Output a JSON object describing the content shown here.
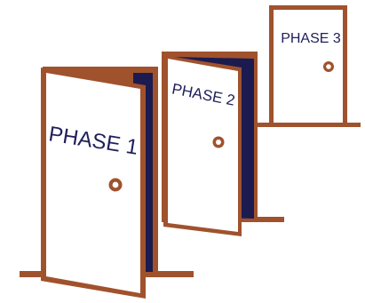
{
  "doors": [
    {
      "label": "PHASE 1"
    },
    {
      "label": "PHASE 2"
    },
    {
      "label": "PHASE 3"
    }
  ],
  "colors": {
    "frame": "#a0522d",
    "interior": "#1c1b4f",
    "door_panel": "#ffffff",
    "label_text": "#1f1f5c",
    "background": "#ffffff"
  }
}
